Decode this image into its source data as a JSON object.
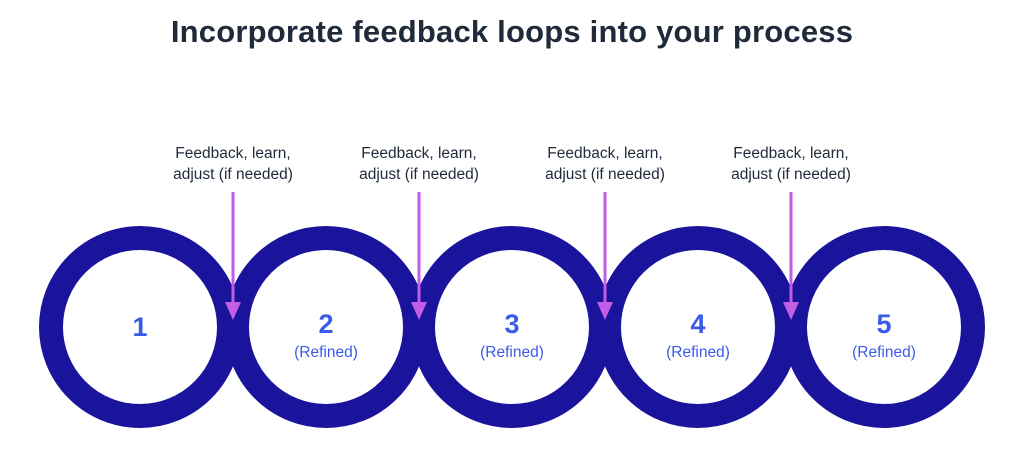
{
  "title": "Incorporate feedback loops into your process",
  "colors": {
    "ring": "#1a139b",
    "number_text": "#3a5ae8",
    "arrow": "#c25de6",
    "label_text": "#1f2a3a"
  },
  "steps": [
    {
      "number": "1",
      "subtitle": ""
    },
    {
      "number": "2",
      "subtitle": "(Refined)"
    },
    {
      "number": "3",
      "subtitle": "(Refined)"
    },
    {
      "number": "4",
      "subtitle": "(Refined)"
    },
    {
      "number": "5",
      "subtitle": "(Refined)"
    }
  ],
  "feedback_labels": [
    {
      "line1": "Feedback, learn,",
      "line2": "adjust (if needed)"
    },
    {
      "line1": "Feedback, learn,",
      "line2": "adjust (if needed)"
    },
    {
      "line1": "Feedback, learn,",
      "line2": "adjust (if needed)"
    },
    {
      "line1": "Feedback, learn,",
      "line2": "adjust (if needed)"
    }
  ]
}
